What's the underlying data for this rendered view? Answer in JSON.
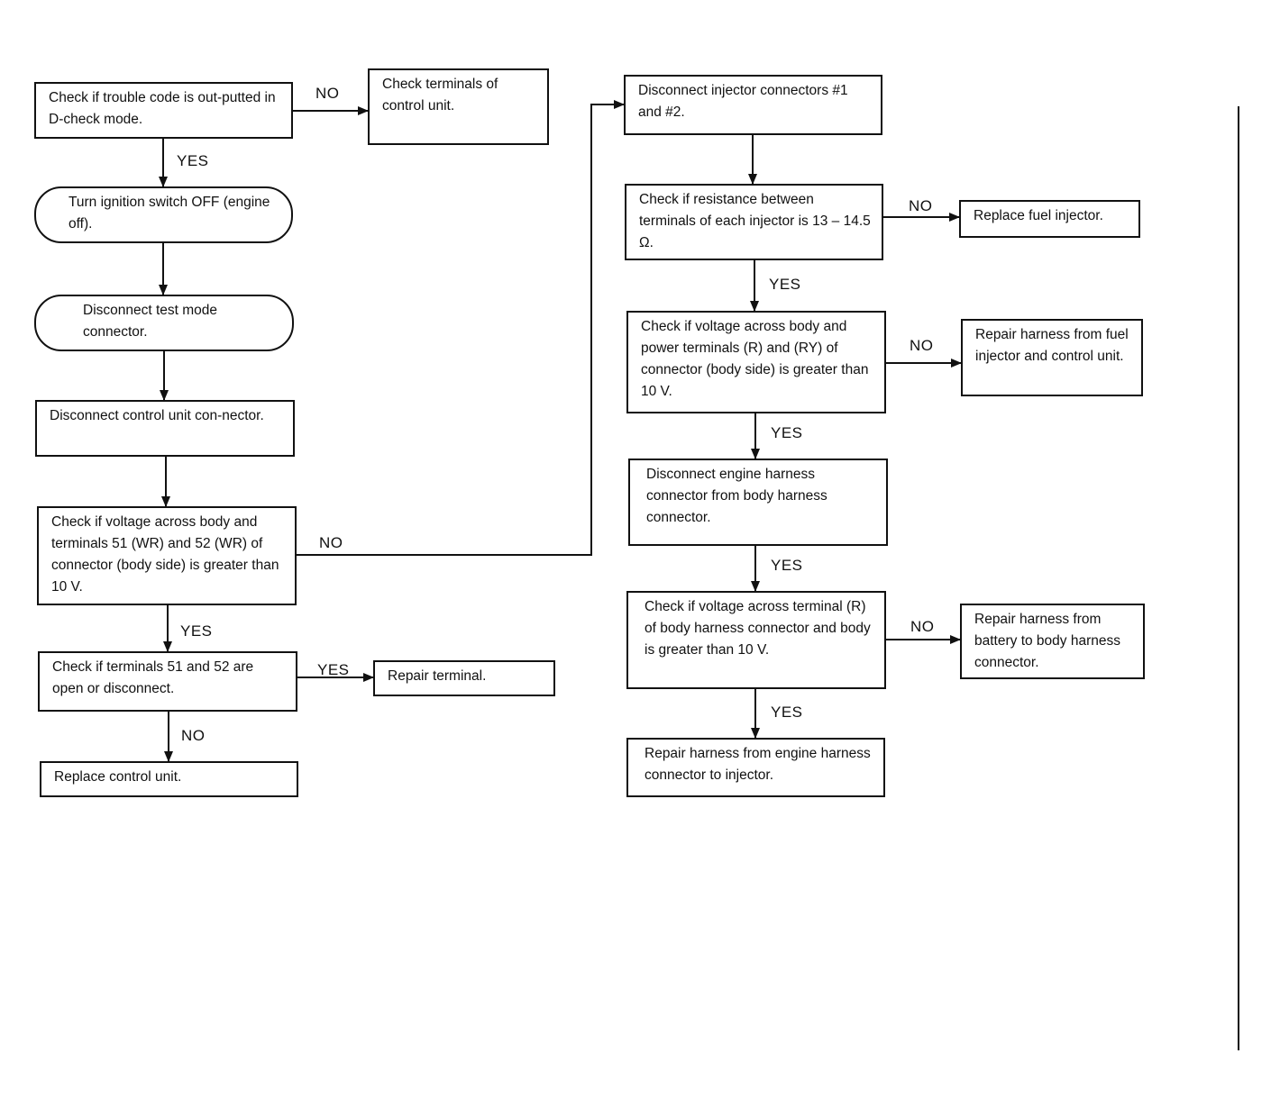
{
  "nodes": {
    "n1": "Check if trouble code is out-putted in D-check mode.",
    "n2": "Check terminals of control unit.",
    "n3": "Turn ignition switch OFF (engine off).",
    "n4": "Disconnect test mode connector.",
    "n5": "Disconnect control unit con-nector.",
    "n6": "Check if voltage across body and terminals 51 (WR) and 52 (WR) of connector (body side) is greater than 10 V.",
    "n7": "Check if terminals 51 and 52 are open or disconnect.",
    "n8": "Repair terminal.",
    "n9": "Replace control unit.",
    "n10": "Disconnect injector connectors #1 and #2.",
    "n11": "Check if resistance between terminals of each injector is 13 – 14.5 Ω.",
    "n12": "Replace fuel injector.",
    "n13": "Check if voltage across body and power terminals (R) and (RY) of connector (body side) is greater than 10 V.",
    "n14": "Repair harness from fuel injector and control unit.",
    "n15": "Disconnect engine harness connector from body harness connector.",
    "n16": "Check if voltage across terminal (R) of body harness connector and body is greater than 10 V.",
    "n17": "Repair harness from battery to body harness connector.",
    "n18": "Repair harness from engine harness connector to injector."
  },
  "labels": {
    "yes": "YES",
    "no": "NO"
  }
}
